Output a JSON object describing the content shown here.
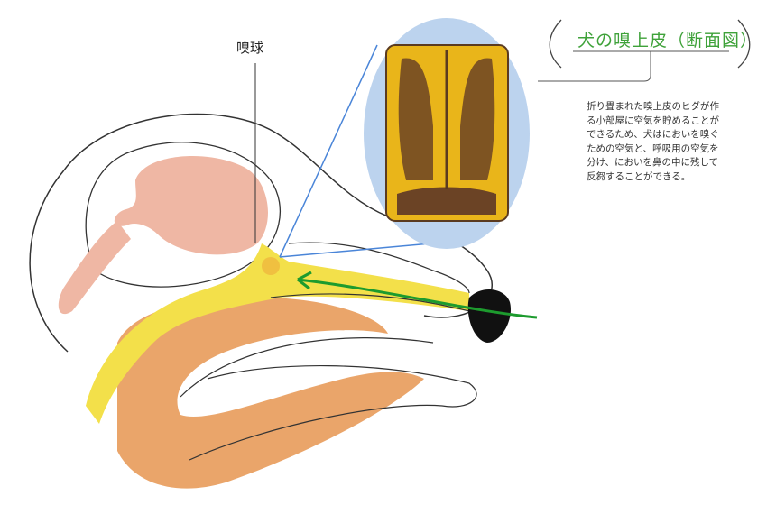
{
  "labels": {
    "olfactory_bulb": "嗅球",
    "cross_section_title": "犬の嗅上皮（断面図）"
  },
  "description_lines": [
    "折り畳まれた嗅上皮のヒダが作",
    "る小部屋に空気を貯めることが",
    "できるため、犬はにおいを嗅ぐ",
    "ための空気と、呼吸用の空気を",
    "分け、においを鼻の中に残して",
    "反芻することができる。"
  ],
  "colors": {
    "title_green": "#3fa23a",
    "epithelium_yellow": "#f3e04a",
    "tissue_orange": "#eaa56a",
    "brain_pink": "#efb7a4",
    "section_bg_blue": "#bcd3ee",
    "airflow_arrow": "#1d9b2e"
  }
}
